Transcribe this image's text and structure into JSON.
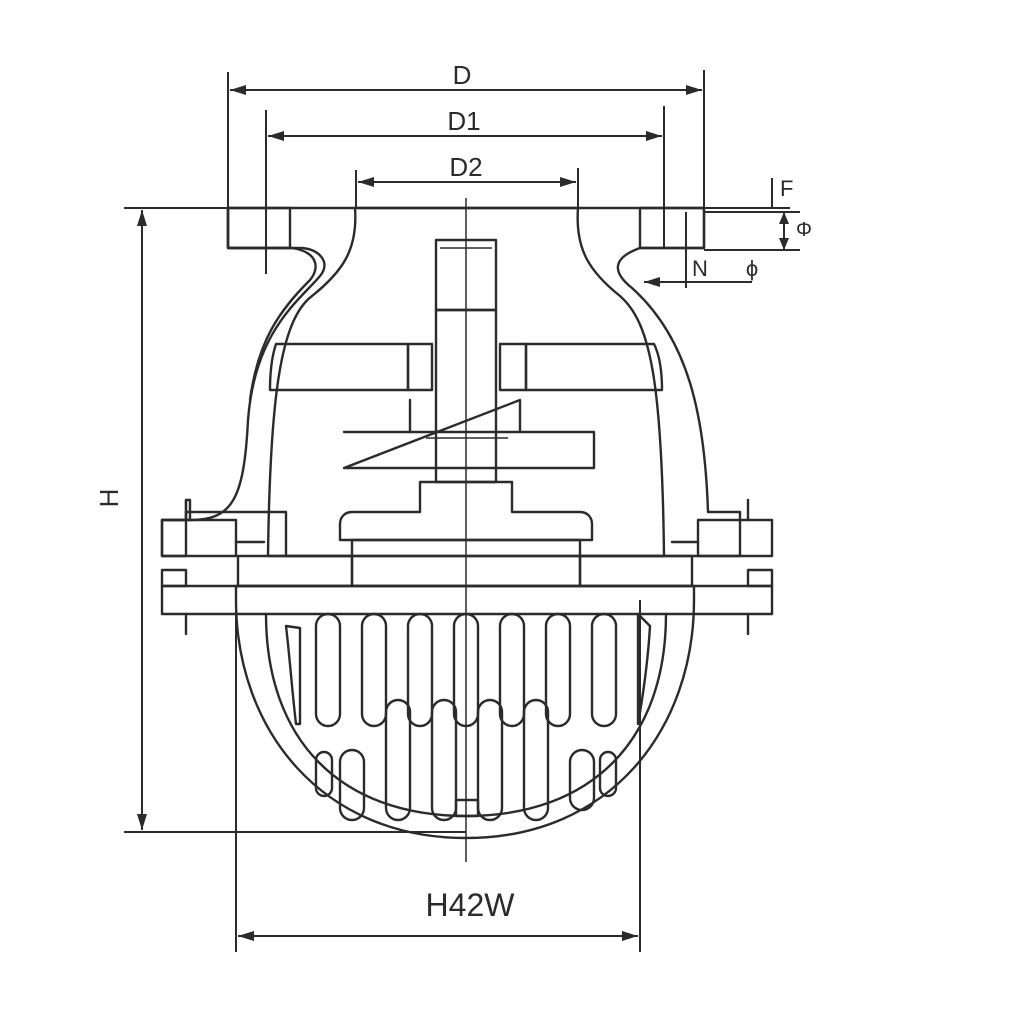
{
  "labels": {
    "d": "D",
    "d1": "D1",
    "d2": "D2",
    "f": "F",
    "phi_right": "Φ",
    "n": "N",
    "phi_bolt": "ϕ",
    "h": "H",
    "model": "H42W"
  },
  "colors": {
    "body": "#dcdcdd",
    "body_light": "#e9e9ea",
    "outline": "#2b2b2b",
    "red_band": "#e4343a",
    "stem": "#4f8fcd",
    "disc": "#e7a629",
    "seat": "#f3e132",
    "screen": "#d8d8d9"
  }
}
